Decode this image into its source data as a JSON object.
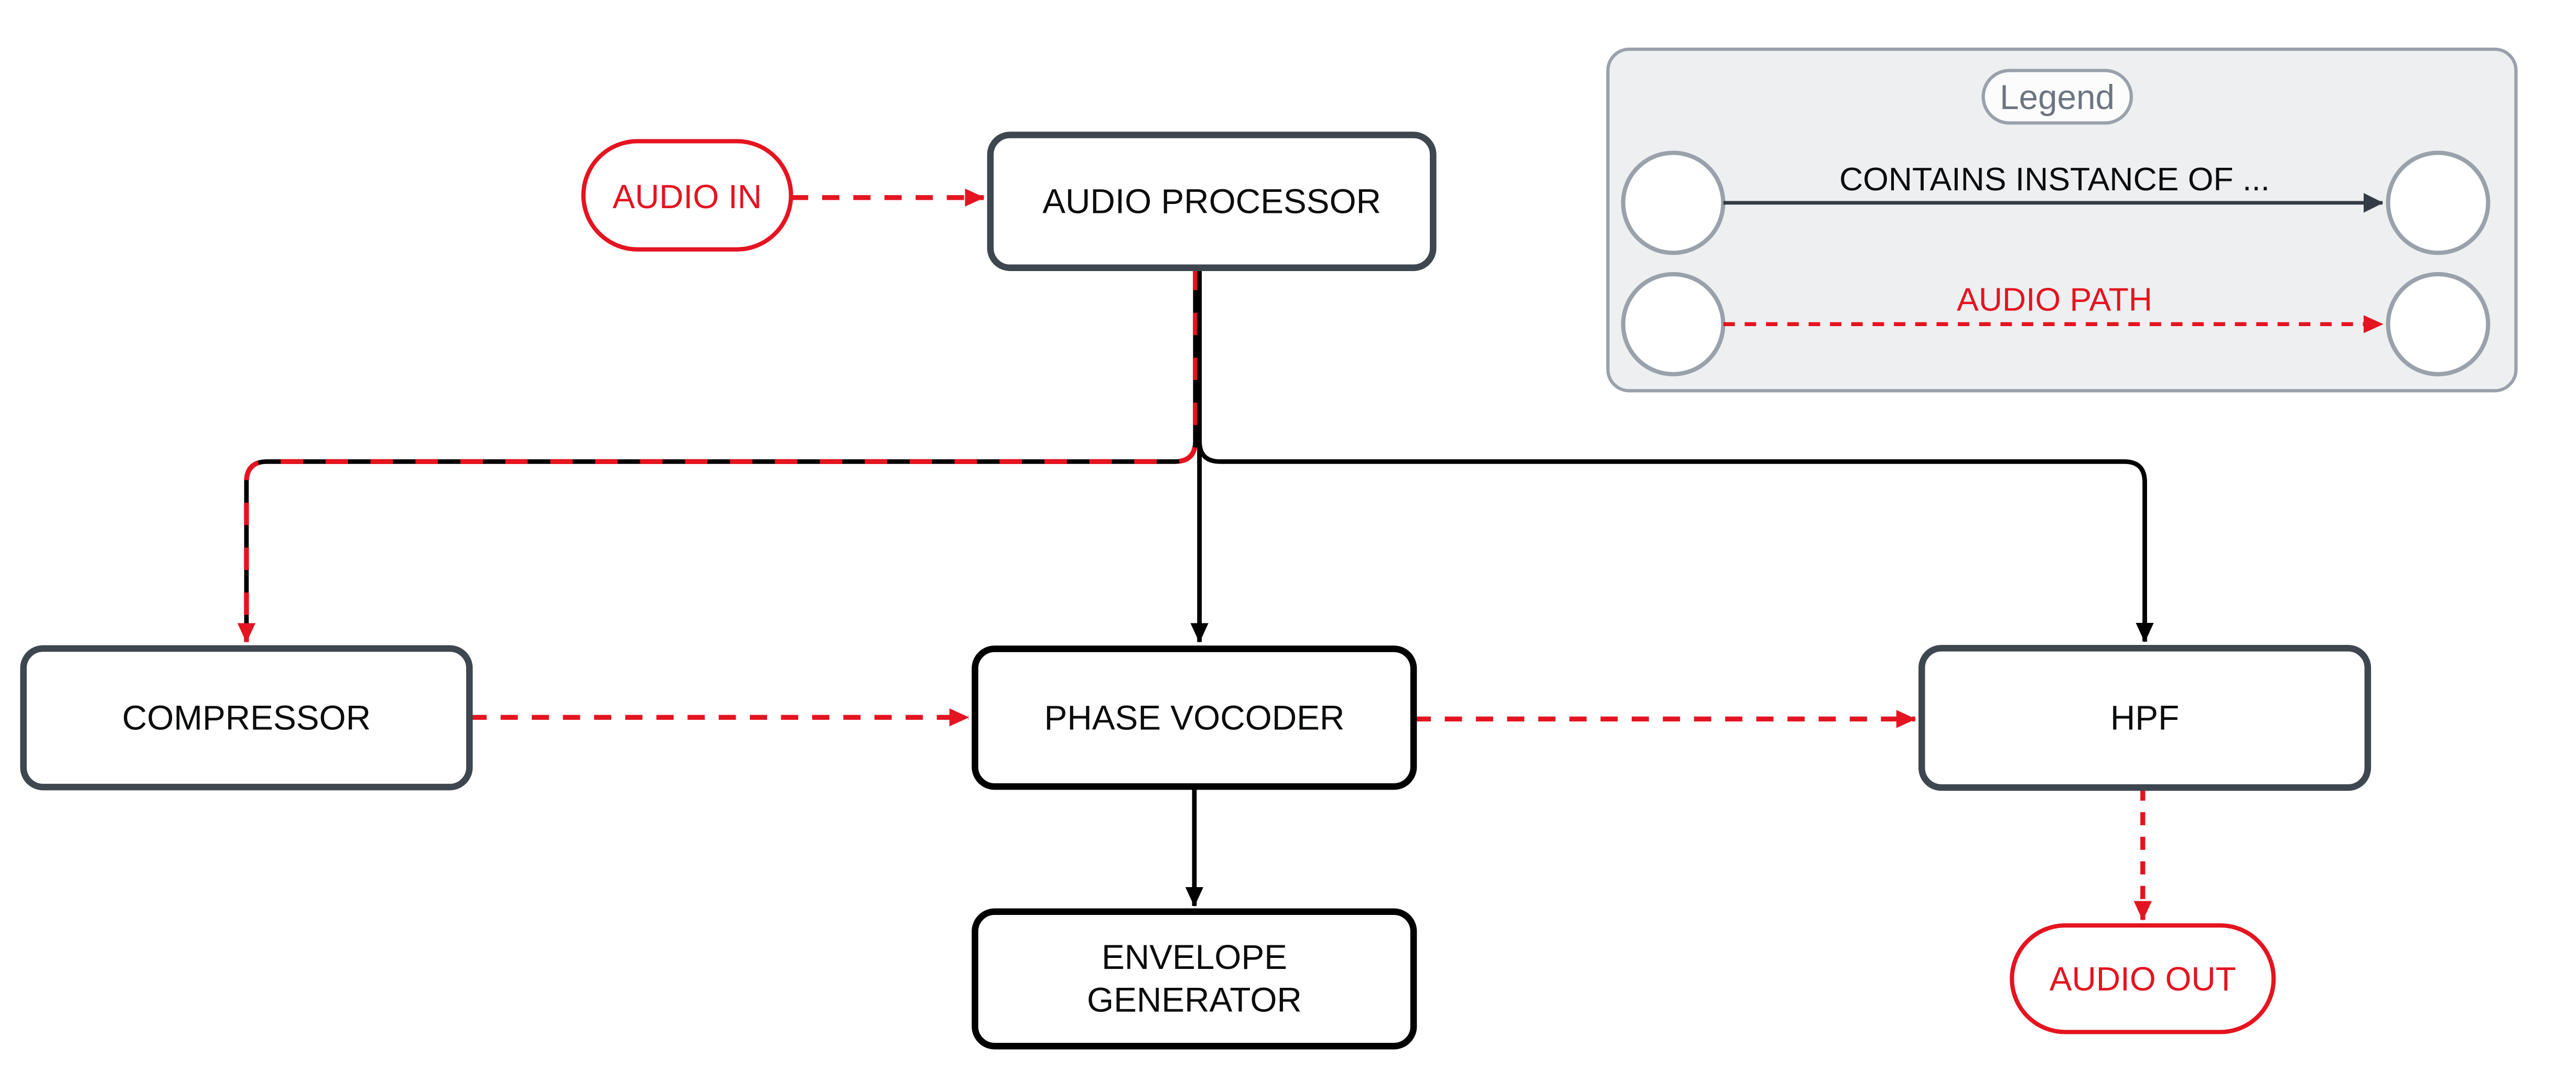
{
  "nodes": {
    "audio_in": {
      "label": "AUDIO IN",
      "shape": "stadium",
      "color": "#e41420"
    },
    "audio_processor": {
      "label": "AUDIO PROCESSOR",
      "shape": "rounded-rect",
      "border": "#3e4650"
    },
    "compressor": {
      "label": "COMPRESSOR",
      "shape": "rounded-rect",
      "border": "#3e4650"
    },
    "phase_vocoder": {
      "label": "PHASE VOCODER",
      "shape": "rounded-rect",
      "border": "#000000"
    },
    "envelope_generator": {
      "label": "ENVELOPE GENERATOR",
      "lines": [
        "ENVELOPE",
        "GENERATOR"
      ],
      "shape": "rounded-rect",
      "border": "#000000"
    },
    "hpf": {
      "label": "HPF",
      "shape": "rounded-rect",
      "border": "#3e4650"
    },
    "audio_out": {
      "label": "AUDIO OUT",
      "shape": "stadium",
      "color": "#e41420"
    }
  },
  "edges": [
    {
      "from": "AUDIO IN",
      "to": "AUDIO PROCESSOR",
      "type": "audio-path"
    },
    {
      "from": "AUDIO PROCESSOR",
      "to": "COMPRESSOR",
      "type": "contains-instance-of"
    },
    {
      "from": "AUDIO PROCESSOR",
      "to": "COMPRESSOR",
      "type": "audio-path"
    },
    {
      "from": "AUDIO PROCESSOR",
      "to": "PHASE VOCODER",
      "type": "contains-instance-of"
    },
    {
      "from": "AUDIO PROCESSOR",
      "to": "HPF",
      "type": "contains-instance-of"
    },
    {
      "from": "COMPRESSOR",
      "to": "PHASE VOCODER",
      "type": "audio-path"
    },
    {
      "from": "PHASE VOCODER",
      "to": "HPF",
      "type": "audio-path"
    },
    {
      "from": "PHASE VOCODER",
      "to": "ENVELOPE GENERATOR",
      "type": "contains-instance-of"
    },
    {
      "from": "HPF",
      "to": "AUDIO OUT",
      "type": "audio-path"
    }
  ],
  "legend": {
    "title": "Legend",
    "items": [
      {
        "label": "CONTAINS INSTANCE OF ...",
        "line_style": "solid",
        "color": "#343b46"
      },
      {
        "label": "AUDIO PATH",
        "line_style": "dashed",
        "color": "#e41420"
      }
    ]
  },
  "colors": {
    "audio_path_red": "#e41420",
    "contains_black": "#000000",
    "dark_node_border": "#3e4650",
    "node_fill": "#ffffff",
    "legend_fill": "#edeff1",
    "legend_border": "#99a1ab",
    "legend_text": "#6d7582"
  }
}
